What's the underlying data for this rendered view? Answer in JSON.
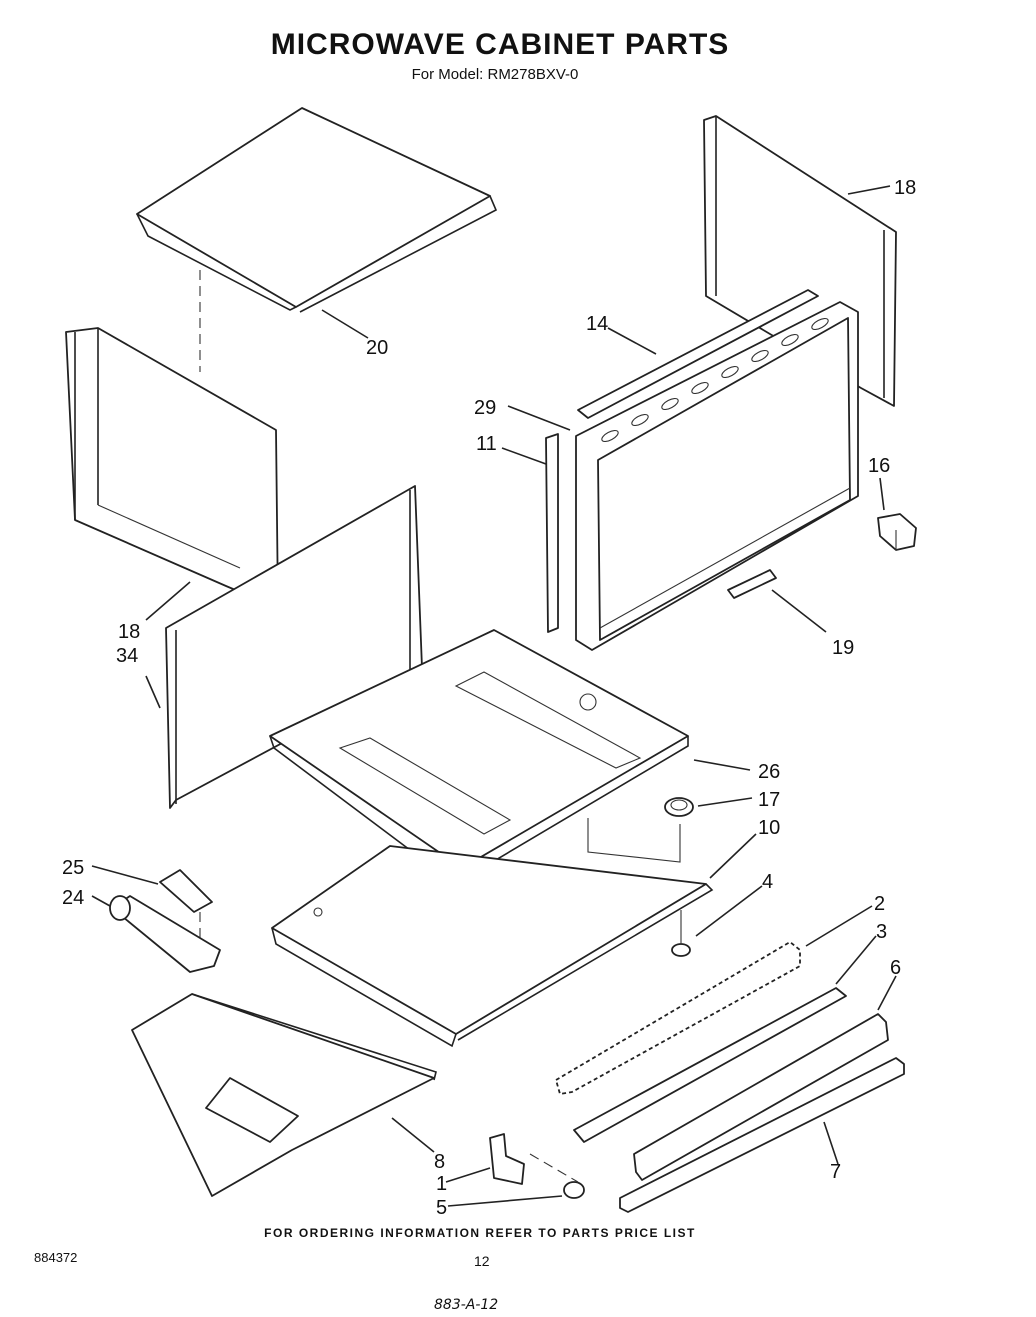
{
  "header": {
    "title": "MICROWAVE CABINET PARTS",
    "subtitle": "For Model: RM278BXV-0"
  },
  "callouts": [
    "18",
    "14",
    "20",
    "29",
    "11",
    "16",
    "18",
    "34",
    "19",
    "26",
    "17",
    "10",
    "25",
    "24",
    "4",
    "2",
    "3",
    "6",
    "8",
    "1",
    "5",
    "7"
  ],
  "footer": {
    "ordering_note": "FOR ORDERING INFORMATION REFER TO PARTS PRICE LIST",
    "doc_number": "884372",
    "page_number": "12",
    "handwritten_code": "883-A-12"
  }
}
